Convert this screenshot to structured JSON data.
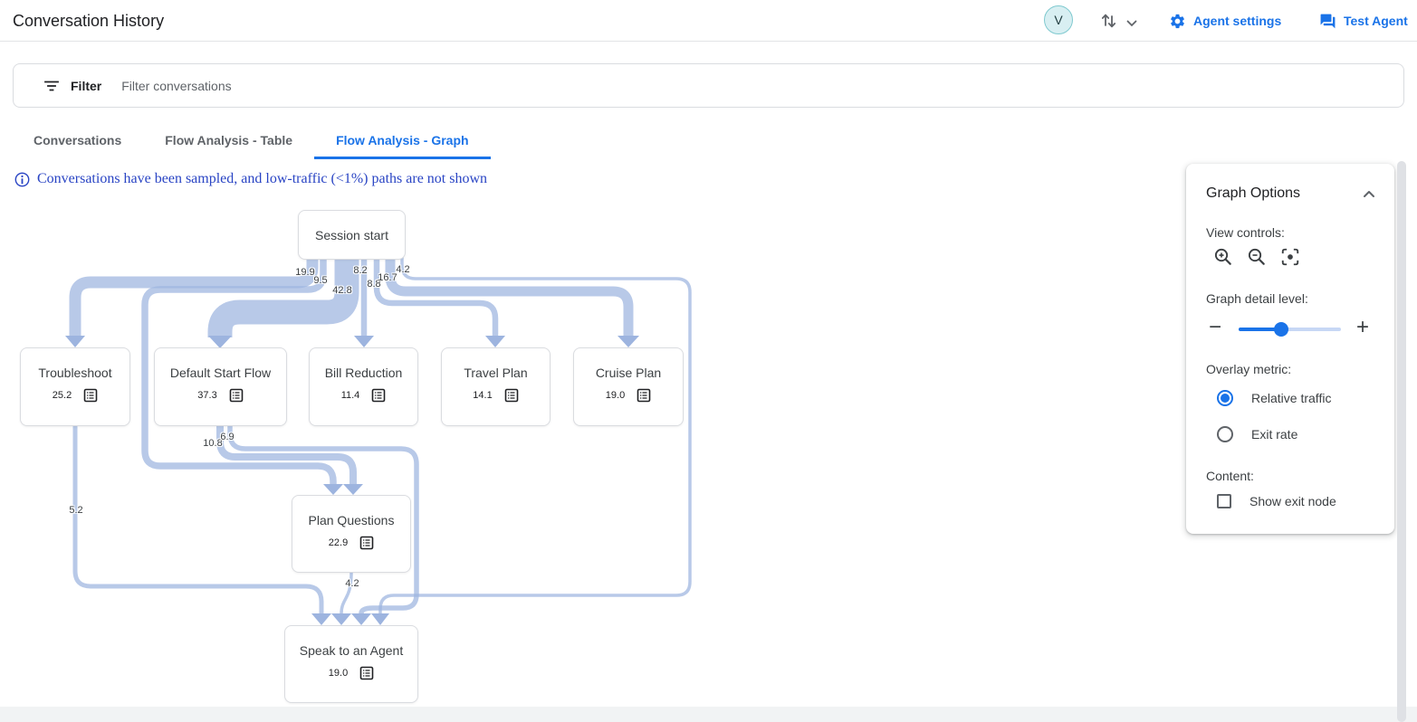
{
  "header": {
    "title": "Conversation History",
    "avatar_letter": "V",
    "agent_settings": "Agent settings",
    "test_agent": "Test Agent"
  },
  "filter_bar": {
    "label": "Filter",
    "placeholder_text": "Filter conversations"
  },
  "tabs": [
    {
      "label": "Conversations",
      "active": false
    },
    {
      "label": "Flow Analysis - Table",
      "active": false
    },
    {
      "label": "Flow Analysis - Graph",
      "active": true
    }
  ],
  "notice": {
    "text": "Conversations have been sampled, and low-traffic (<1%) paths are not shown"
  },
  "graph_options": {
    "title": "Graph Options",
    "view_controls_label": "View controls:",
    "detail_level_label": "Graph detail level:",
    "overlay_metric_label": "Overlay metric:",
    "overlay_options": [
      {
        "label": "Relative traffic",
        "selected": true
      },
      {
        "label": "Exit rate",
        "selected": false
      }
    ],
    "content_label": "Content:",
    "show_exit_node_label": "Show exit node",
    "show_exit_node_checked": false,
    "detail_slider_percent": 42
  },
  "chart_data": {
    "type": "flow-graph",
    "nodes": [
      {
        "id": "session_start",
        "label": "Session start",
        "value": null
      },
      {
        "id": "troubleshoot",
        "label": "Troubleshoot",
        "value": "25.2"
      },
      {
        "id": "default_start_flow",
        "label": "Default Start Flow",
        "value": "37.3"
      },
      {
        "id": "bill_reduction",
        "label": "Bill Reduction",
        "value": "11.4"
      },
      {
        "id": "travel_plan",
        "label": "Travel Plan",
        "value": "14.1"
      },
      {
        "id": "cruise_plan",
        "label": "Cruise Plan",
        "value": "19.0"
      },
      {
        "id": "plan_questions",
        "label": "Plan Questions",
        "value": "22.9"
      },
      {
        "id": "speak_to_agent",
        "label": "Speak to an Agent",
        "value": "19.0"
      }
    ],
    "edges": [
      {
        "from": "session_start",
        "to": "troubleshoot",
        "value": "19.9"
      },
      {
        "from": "session_start",
        "to": "plan_questions",
        "value": "9.5"
      },
      {
        "from": "session_start",
        "to": "default_start_flow",
        "value": "42.8"
      },
      {
        "from": "session_start",
        "to": "bill_reduction",
        "value": "8.2"
      },
      {
        "from": "session_start",
        "to": "travel_plan",
        "value": "8.8"
      },
      {
        "from": "session_start",
        "to": "cruise_plan",
        "value": "16.7"
      },
      {
        "from": "session_start",
        "to": "speak_to_agent",
        "value": "4.2"
      },
      {
        "from": "default_start_flow",
        "to": "plan_questions",
        "value": "10.8"
      },
      {
        "from": "default_start_flow",
        "to": "speak_to_agent",
        "value": "6.9"
      },
      {
        "from": "troubleshoot",
        "to": "speak_to_agent",
        "value": "5.2"
      },
      {
        "from": "plan_questions",
        "to": "speak_to_agent",
        "value": "4.2"
      }
    ]
  },
  "colors": {
    "accent_blue": "#1a73e8",
    "flow_band": "#9db4df",
    "notice_blue": "#2944c4"
  }
}
